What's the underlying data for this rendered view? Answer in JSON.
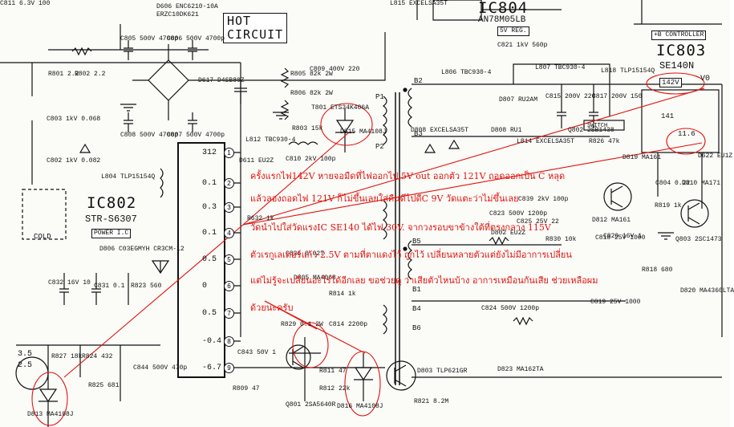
{
  "title_box": "HOT\nCIRCUIT",
  "ic_labels": {
    "ic802_name": "IC802",
    "ic802_part": "STR-S6307",
    "ic802_func": "POWER I.C",
    "ic803_name": "IC803",
    "ic803_part": "SE140N",
    "ic803_pin": "V0",
    "ic803_volt": "142V",
    "ic804_name": "IC804",
    "ic804_part": "AN78M05LB",
    "ic804_func": "5V REG.",
    "b_controller": "+B CONTROLLER",
    "hot_circuit": "HOT CIRCUIT"
  },
  "components": [
    {
      "ref": "D606",
      "value": "ENC6210-10A"
    },
    {
      "ref": "",
      "value": "ERZC10DK621"
    },
    {
      "ref": "C805",
      "value": "500V 4700p"
    },
    {
      "ref": "C806",
      "value": "500V 4700p"
    },
    {
      "ref": "D617",
      "value": "D4SB80Z"
    },
    {
      "ref": "C808",
      "value": "500V 4700p"
    },
    {
      "ref": "C807",
      "value": "500V 4700p"
    },
    {
      "ref": "R801",
      "value": "2.2"
    },
    {
      "ref": "R802",
      "value": "2.2"
    },
    {
      "ref": "C803",
      "value": "1kV 0.068"
    },
    {
      "ref": "C802",
      "value": "1kV 0.082"
    },
    {
      "ref": "L804",
      "value": "TLP15154Q"
    },
    {
      "ref": "C809",
      "value": "400V 220"
    },
    {
      "ref": "R805",
      "value": "82k 2W"
    },
    {
      "ref": "R806",
      "value": "82k 2W"
    },
    {
      "ref": "R803",
      "value": "15k"
    },
    {
      "ref": "T801",
      "value": "ETS34K406A"
    },
    {
      "ref": "D815",
      "value": "MA4108J"
    },
    {
      "ref": "L812",
      "value": "TBC930-4"
    },
    {
      "ref": "L806",
      "value": "TBC930-4"
    },
    {
      "ref": "L807",
      "value": "TBC930-4"
    },
    {
      "ref": "C821",
      "value": "1kV 560p"
    },
    {
      "ref": "D807",
      "value": "RU2AM"
    },
    {
      "ref": "L818",
      "value": "TLP15154Q"
    },
    {
      "ref": "C815",
      "value": "200V 220"
    },
    {
      "ref": "C817",
      "value": "200V 150"
    },
    {
      "ref": "D808",
      "value": "EXCELSA35T"
    },
    {
      "ref": "D808",
      "value": "RU1"
    },
    {
      "ref": "L814",
      "value": "EXCELSA35T"
    },
    {
      "ref": "Q802",
      "value": "2SB1438"
    },
    {
      "ref": "R826",
      "value": "47k"
    },
    {
      "ref": "D819",
      "value": "MA161"
    },
    {
      "ref": "D622",
      "value": "EU1Z"
    },
    {
      "ref": "C804",
      "value": "0.22"
    },
    {
      "ref": "D810",
      "value": "MA171"
    },
    {
      "ref": "R819",
      "value": "1k"
    },
    {
      "ref": "Q803",
      "value": "2SC1473"
    },
    {
      "ref": "D806",
      "value": "C03EGMYH CR3CM-12"
    },
    {
      "ref": "C832",
      "value": "16V 10"
    },
    {
      "ref": "C831",
      "value": "0.1"
    },
    {
      "ref": "R823",
      "value": "560"
    },
    {
      "ref": "R632",
      "value": "1k"
    },
    {
      "ref": "D805",
      "value": "MA4068"
    },
    {
      "ref": "C836",
      "value": "0.027"
    },
    {
      "ref": "R814",
      "value": "1k"
    },
    {
      "ref": "C814",
      "value": "2200p"
    },
    {
      "ref": "R829",
      "value": "0.1 2W"
    },
    {
      "ref": "C843",
      "value": "50V 1"
    },
    {
      "ref": "C844",
      "value": "500V 470p"
    },
    {
      "ref": "R827",
      "value": "18k"
    },
    {
      "ref": "R824",
      "value": "432"
    },
    {
      "ref": "R825",
      "value": "681"
    },
    {
      "ref": "D813",
      "value": "MA4108J"
    },
    {
      "ref": "R809",
      "value": "47"
    },
    {
      "ref": "Q801",
      "value": "2SA5640R"
    },
    {
      "ref": "R811",
      "value": "47"
    },
    {
      "ref": "R812",
      "value": "22k"
    },
    {
      "ref": "D816",
      "value": "MA4108J"
    },
    {
      "ref": "D803",
      "value": "TLP621GR"
    },
    {
      "ref": "R821",
      "value": "8.2M"
    },
    {
      "ref": "D823",
      "value": "MA162TA"
    },
    {
      "ref": "C819",
      "value": "25V 1000"
    },
    {
      "ref": "C824",
      "value": "500V 1200p"
    },
    {
      "ref": "C818",
      "value": "25V 1000"
    },
    {
      "ref": "D812",
      "value": "MA161"
    },
    {
      "ref": "C820",
      "value": "16V 1"
    },
    {
      "ref": "R818",
      "value": "680"
    },
    {
      "ref": "D820",
      "value": "MA4360LTA"
    },
    {
      "ref": "R830",
      "value": "10k"
    },
    {
      "ref": "C825",
      "value": "25V 22"
    },
    {
      "ref": "C823",
      "value": "500V 1200p"
    },
    {
      "ref": "D802",
      "value": "EU2Z"
    },
    {
      "ref": "D611",
      "value": "EU2Z"
    },
    {
      "ref": "C810",
      "value": "2kV 100p"
    },
    {
      "ref": "C839",
      "value": "2kV 100p"
    },
    {
      "ref": "L815",
      "value": "EXCELSA35T"
    },
    {
      "ref": "C811",
      "value": "6.3V 100"
    }
  ],
  "pin_numbers": [
    "1",
    "2",
    "3",
    "4",
    "5",
    "6",
    "7",
    "8",
    "9"
  ],
  "pin_voltages": [
    "312",
    "0.1",
    "0.3",
    "0.1",
    "0.5",
    "0",
    "0.5",
    "-0.4",
    "-6.7"
  ],
  "transformer_pins": [
    "P1",
    "P2",
    "B2",
    "B3",
    "B5",
    "B1",
    "B4",
    "B6"
  ],
  "misc_labels": {
    "switch": "SWITCH",
    "cold": "COLD",
    "v_141": "141",
    "v_11_6": "11.6",
    "v_3_5": "3.5",
    "v_2_5": "2.5"
  },
  "annotation_lines": [
    "ครั้งแรกไฟ142V หายจอมืดที่ไฟออกไป 5V out ออกตัว 121V ถอดออกเป็น C หลุด",
    "แล้วลองถอดไฟ 121V ก็ไม่ขึ้นเลยใส่คืนดีไปดีC 9V วัดแตะว่าไม่ขึ้นเลย",
    "วัดนำไปใส่วัดแรงIC SE140 ได้ไฟ 30V. จากวงรอบขาข้างใต้ที่ตรงกลาง 115V",
    "ตัวเรกูเลเตอร์แก้ว 2.5V ตามที่ตาแดงไว้ ถูกไว้ เปลี่ยนหลายตัวแต่ยังไม่มีอาการเปลี่ยน",
    "แต่ไม่รู้จะเปลี่ยนอะไรได้อีกเลย ขอช่วยดู ว่าเสียตัวไหนบ้าง อาการเหมือนกันเสีย ช่วยเหลือผม",
    "ด้วยนะครับ"
  ],
  "colors": {
    "ink": "#111111",
    "annotation": "#e0120c",
    "paper": "#fbfbf8"
  }
}
